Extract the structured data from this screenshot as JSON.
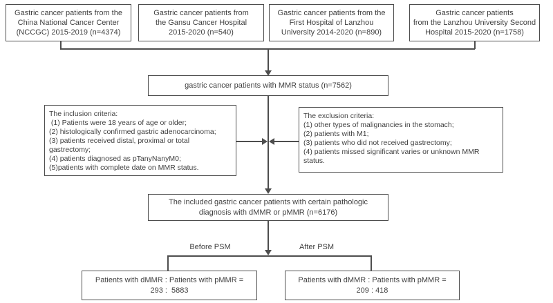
{
  "figure": {
    "type": "flowchart",
    "description": "Patient selection flow diagram for gastric cancer MMR study"
  },
  "colors": {
    "background": "#ffffff",
    "box_border": "#4d4d4d",
    "line": "#4d4d4d",
    "text": "#3f3f3f"
  },
  "sources": [
    {
      "text": "Gastric cancer patients from the\nChina National Cancer Center\n(NCCGC) 2015-2019 (n=4374)"
    },
    {
      "text": "Gastric cancer patients from\nthe Gansu Cancer Hospital\n2015-2020 (n=540)"
    },
    {
      "text": "Gastric cancer patients from the\nFirst Hospital of Lanzhou\nUniversity 2014-2020 (n=890)"
    },
    {
      "text": "Gastric cancer patients\nfrom the Lanzhou University Second\nHospital 2015-2020 (n=1758)"
    }
  ],
  "pooled": {
    "text": "gastric cancer patients with MMR status (n=7562)"
  },
  "inclusion": {
    "text": "The inclusion criteria:\n (1) Patients were 18 years of age or older;\n(2) histologically confirmed gastric adenocarcinoma;\n(3) patients received distal, proximal or total\ngastrectomy;\n(4) patients diagnosed as pTanyNanyM0;\n(5)patients with complete date on MMR status."
  },
  "exclusion": {
    "text": "The exclusion criteria:\n(1) other types of malignancies in the stomach;\n(2) patients with M1;\n(3) patients who did not received gastrectomy;\n(4) patients missed significant varies or unknown MMR\nstatus."
  },
  "included": {
    "text": "The included gastric cancer patients with certain pathologic\ndiagnosis with dMMR or pMMR (n=6176)"
  },
  "branch_labels": {
    "before": "Before PSM",
    "after": "After PSM"
  },
  "outcomes": {
    "before_psm": {
      "text": "Patients with dMMR : Patients with pMMR =\n293 :  5883"
    },
    "after_psm": {
      "text": "Patients with dMMR : Patients with pMMR =\n209 : 418"
    }
  }
}
